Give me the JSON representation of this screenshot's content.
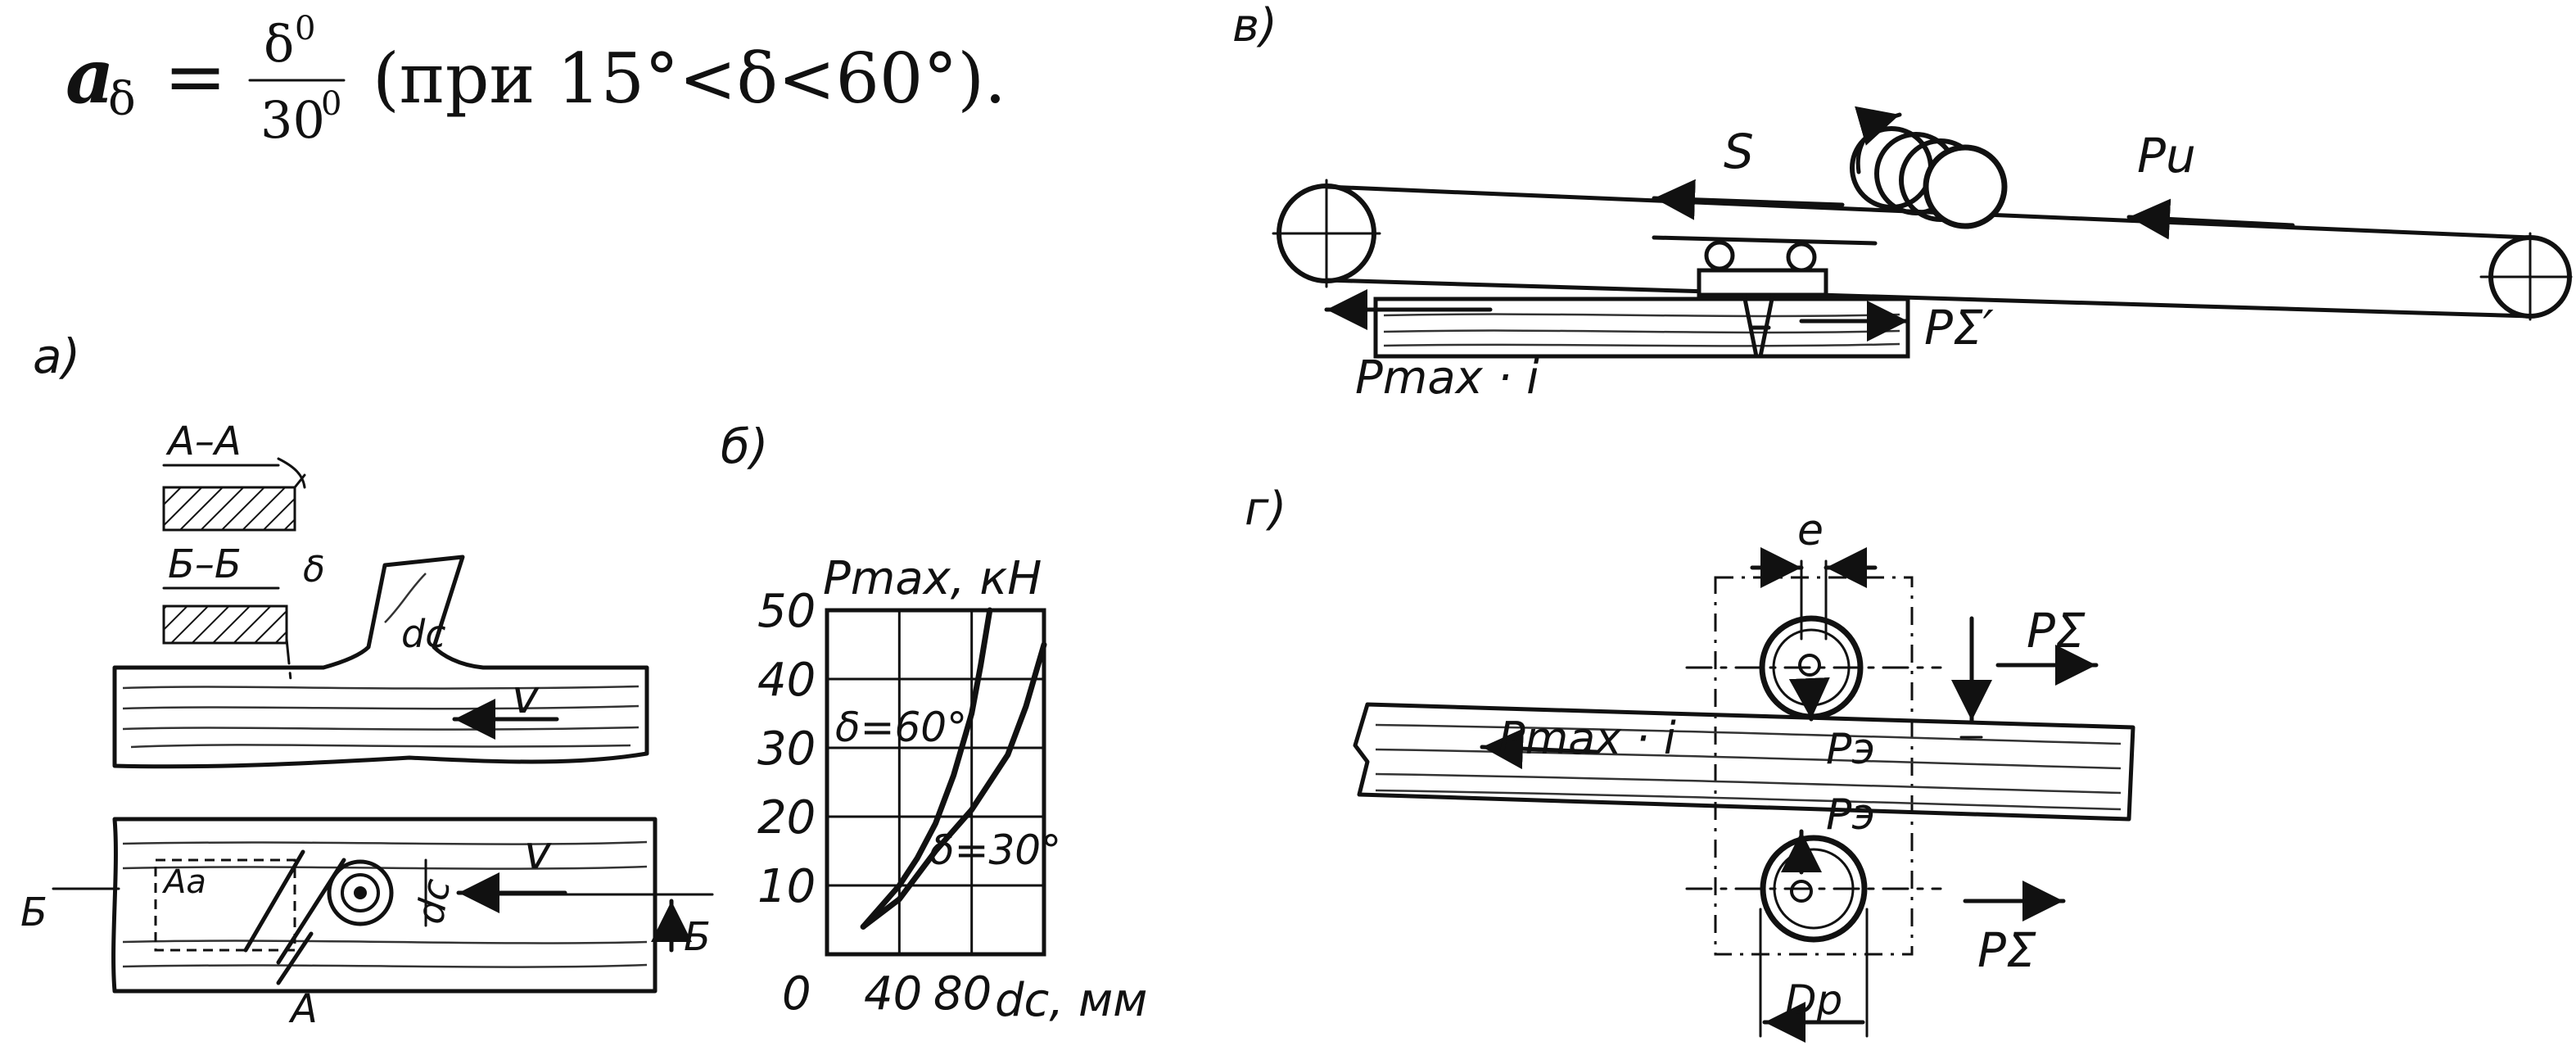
{
  "formula": {
    "lhs": "a",
    "lhs_sub": "δ",
    "eq": "=",
    "num": "δ",
    "num_sup": "0",
    "den": "30",
    "den_sup": "0",
    "cond": "(при  15°<δ<60°)."
  },
  "panels": {
    "a": {
      "label": "a)",
      "section_aa": "A–A",
      "section_bb": "Б–Б",
      "dc": "dc",
      "v": "v",
      "A": "A",
      "B": "Б",
      "Aa": "Aa"
    },
    "b": {
      "label": "б)"
    },
    "v": {
      "label": "в)",
      "S": "S",
      "Pu": "Pu",
      "Psum_prime": "PΣ′",
      "Pmax_i": "Pmax · i"
    },
    "g": {
      "label": "г)",
      "e": "e",
      "Psum_top": "PΣ",
      "Psum_bottom": "PΣ",
      "Pmax_i": "Pmax · i",
      "Pe_top": "Pэ",
      "Pe_bottom": "Pэ",
      "Dp": "Dp"
    }
  },
  "chart_data": {
    "type": "line",
    "ylabel": "Pmax, кН",
    "xlabel": "dc, мм",
    "xlim": [
      0,
      120
    ],
    "ylim": [
      0,
      50
    ],
    "yticks": [
      "50",
      "40",
      "30",
      "20",
      "10",
      "0"
    ],
    "xticks": [
      "40",
      "80"
    ],
    "grid": true,
    "series": [
      {
        "name": "δ=60°",
        "x": [
          20,
          30,
          40,
          50,
          60,
          70,
          80,
          85,
          90
        ],
        "y": [
          4,
          7,
          10,
          14,
          19,
          26,
          35,
          42,
          50
        ]
      },
      {
        "name": "δ=30°",
        "x": [
          20,
          40,
          60,
          80,
          100,
          110,
          120
        ],
        "y": [
          4,
          8,
          15,
          21,
          29,
          36,
          45
        ]
      }
    ]
  }
}
